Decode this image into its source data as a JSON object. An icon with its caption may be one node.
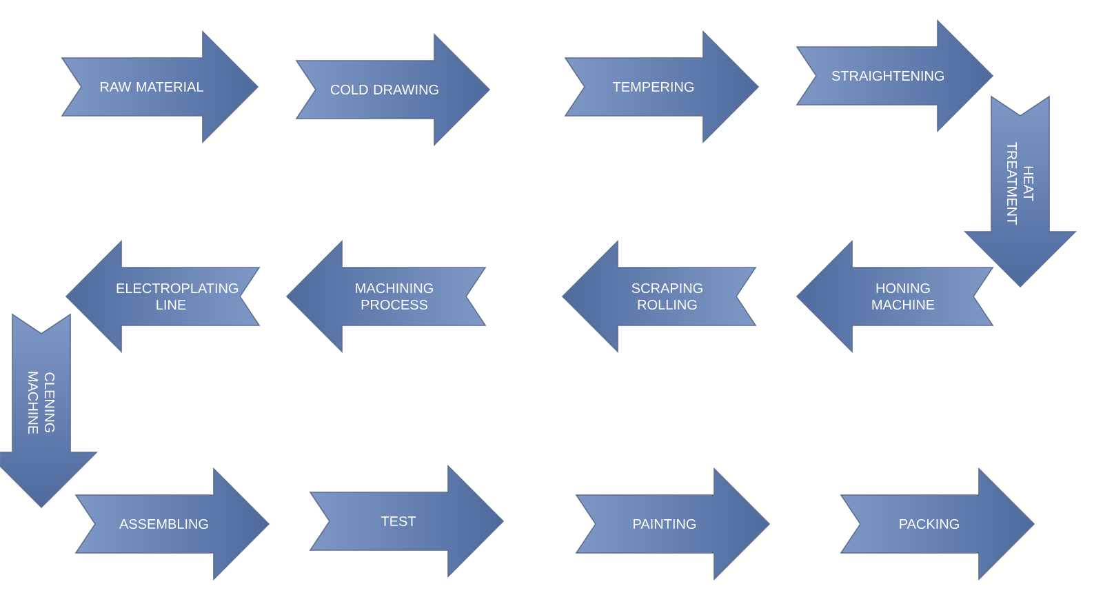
{
  "diagram": {
    "nodes": [
      {
        "text": [
          "RAW MATERIAL"
        ]
      },
      {
        "text": [
          "COLD DRAWING"
        ]
      },
      {
        "text": [
          "TEMPERING"
        ]
      },
      {
        "text": [
          "STRAIGHTENING"
        ]
      },
      {
        "text": [
          "HEAT TREATMENT"
        ]
      },
      {
        "text": [
          "HONING MACHINE"
        ]
      },
      {
        "text": [
          "SCRAPING ROLLING"
        ]
      },
      {
        "text": [
          "MACHINING PROCESS"
        ]
      },
      {
        "text": [
          "ELECTROPLATING LINE"
        ]
      },
      {
        "text": [
          "CLENING MACHINE"
        ]
      },
      {
        "text": [
          "ASSEMBLING"
        ]
      },
      {
        "text": [
          "TEST"
        ]
      },
      {
        "text": [
          "PAINTING"
        ]
      },
      {
        "text": [
          "PACKING"
        ]
      }
    ]
  }
}
